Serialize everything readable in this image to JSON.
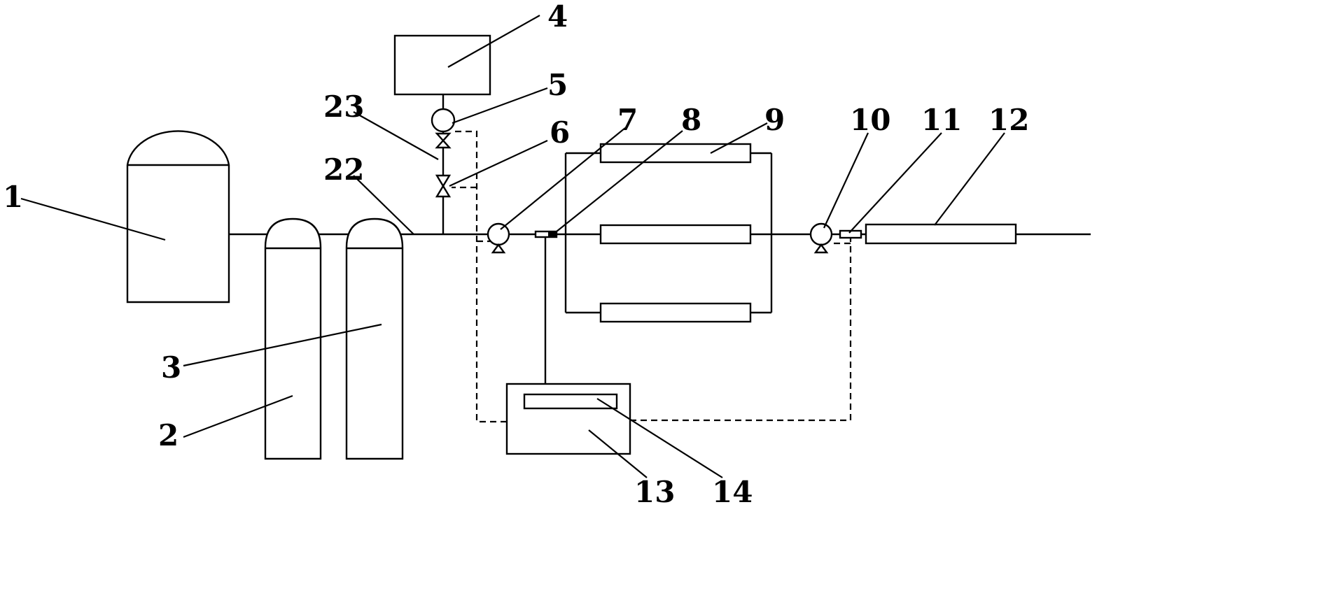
{
  "labels": {
    "n1": "1",
    "n2": "2",
    "n3": "3",
    "n4": "4",
    "n5": "5",
    "n6": "6",
    "n7": "7",
    "n8": "8",
    "n9": "9",
    "n10": "10",
    "n11": "11",
    "n12": "12",
    "n13": "13",
    "n14": "14",
    "n22": "22",
    "n23": "23"
  }
}
